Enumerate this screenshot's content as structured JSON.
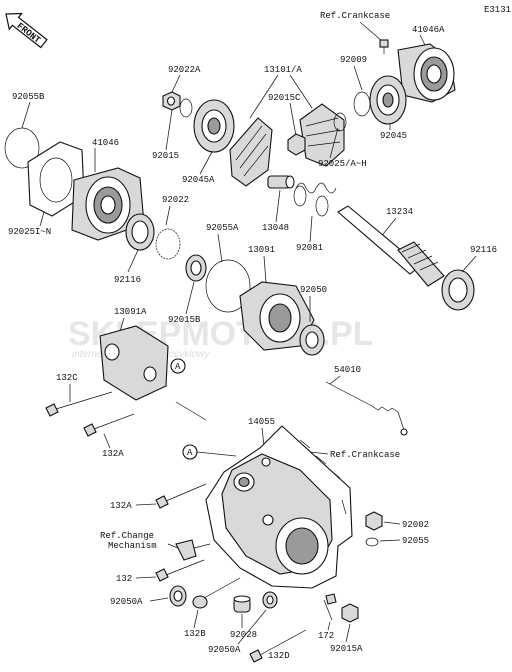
{
  "diagram_code": "E3131",
  "front_label": "FRONT",
  "watermark": {
    "main": "SKLEPMOTO46.PL",
    "sub": "internetowy sklep motocyklowy"
  },
  "ref_labels": {
    "crankcase_top": "Ref.Crankcase",
    "crankcase_mid": "Ref.Crankcase",
    "change_line1": "Ref.Change",
    "change_line2": "Mechanism"
  },
  "callout_a": "A",
  "parts": {
    "p41046A": "41046A",
    "p92055B": "92055B",
    "p92022A": "92022A",
    "p13101A": "13101/A",
    "p92009": "92009",
    "p92015C": "92015C",
    "p92045": "92045",
    "p92015": "92015",
    "p92045A": "92045A",
    "p92025AH": "92025/A~H",
    "p41046": "41046",
    "p92022": "92022",
    "p13048": "13048",
    "p13234": "13234",
    "p92025IN": "92025I~N",
    "p92055A": "92055A",
    "p92081": "92081",
    "p92116a": "92116",
    "p92116b": "92116",
    "p13091": "13091",
    "p92050": "92050",
    "p92015B": "92015B",
    "p13091A": "13091A",
    "p132C": "132C",
    "p54010": "54010",
    "p132A_1": "132A",
    "p14055": "14055",
    "p132A_2": "132A",
    "p92002": "92002",
    "p92055": "92055",
    "p132": "132",
    "p92050A_1": "92050A",
    "p132B": "132B",
    "p92028": "92028",
    "p172": "172",
    "p92015A": "92015A",
    "p92050A_2": "92050A",
    "p132D": "132D"
  }
}
